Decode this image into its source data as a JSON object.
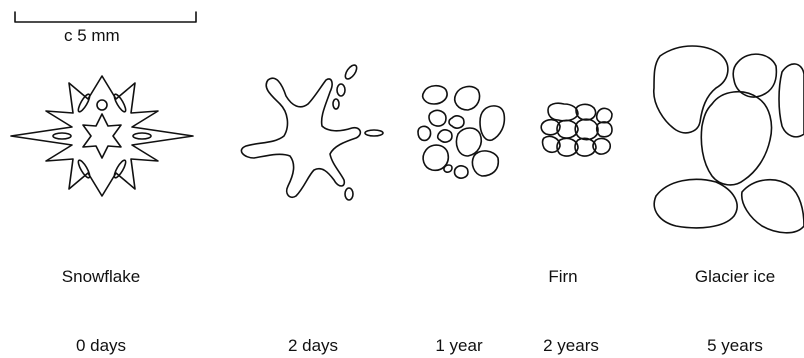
{
  "scale_bar": {
    "label": "c 5 mm"
  },
  "stages": [
    {
      "id": "snowflake",
      "name": "Snowflake",
      "time": "0 days"
    },
    {
      "id": "two-days",
      "name": "",
      "time": "2 days"
    },
    {
      "id": "one-year",
      "name": "",
      "time": "1 year"
    },
    {
      "id": "firn",
      "name": "Firn",
      "time": "2 years"
    },
    {
      "id": "glacier-ice",
      "name": "Glacier ice",
      "time": "5 years"
    }
  ]
}
